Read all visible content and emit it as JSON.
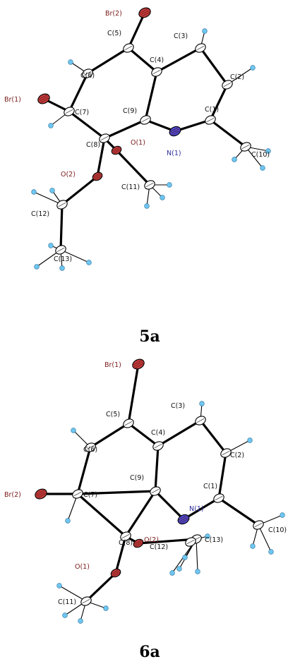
{
  "structures": [
    {
      "caption": "5a",
      "atoms": [
        {
          "id": "Br2",
          "label": "Br(2)",
          "el": "Br"
        },
        {
          "id": "C5",
          "label": "C(5)",
          "el": "C"
        },
        {
          "id": "C4",
          "label": "C(4)",
          "el": "C"
        },
        {
          "id": "C3",
          "label": "C(3)",
          "el": "C"
        },
        {
          "id": "C2",
          "label": "C(2)",
          "el": "C"
        },
        {
          "id": "C6",
          "label": "C(6)",
          "el": "C"
        },
        {
          "id": "Br1",
          "label": "Br(1)",
          "el": "Br"
        },
        {
          "id": "C7",
          "label": "C(7)",
          "el": "C"
        },
        {
          "id": "C9",
          "label": "C(9)",
          "el": "C"
        },
        {
          "id": "C1",
          "label": "C(1)",
          "el": "C"
        },
        {
          "id": "C8",
          "label": "C(8)",
          "el": "C"
        },
        {
          "id": "O1",
          "label": "O(1)",
          "el": "O"
        },
        {
          "id": "N1",
          "label": "N(1)",
          "el": "N"
        },
        {
          "id": "C10",
          "label": "C(10)",
          "el": "C"
        },
        {
          "id": "O2",
          "label": "O(2)",
          "el": "O"
        },
        {
          "id": "C11",
          "label": "C(11)",
          "el": "C"
        },
        {
          "id": "C12",
          "label": "C(12)",
          "el": "C"
        },
        {
          "id": "C13",
          "label": "C(13)",
          "el": "C"
        }
      ]
    },
    {
      "caption": "6a",
      "atoms": [
        {
          "id": "Br1",
          "label": "Br(1)",
          "el": "Br"
        },
        {
          "id": "C5",
          "label": "C(5)",
          "el": "C"
        },
        {
          "id": "C3",
          "label": "C(3)",
          "el": "C"
        },
        {
          "id": "C4",
          "label": "C(4)",
          "el": "C"
        },
        {
          "id": "C6",
          "label": "C(6)",
          "el": "C"
        },
        {
          "id": "C2",
          "label": "C(2)",
          "el": "C"
        },
        {
          "id": "C1",
          "label": "C(1)",
          "el": "C"
        },
        {
          "id": "Br2",
          "label": "Br(2)",
          "el": "Br"
        },
        {
          "id": "C7",
          "label": "C(7)",
          "el": "C"
        },
        {
          "id": "C9",
          "label": "C(9)",
          "el": "C"
        },
        {
          "id": "N1",
          "label": "N(1)",
          "el": "N"
        },
        {
          "id": "C10",
          "label": "C(10)",
          "el": "C"
        },
        {
          "id": "C8",
          "label": "C(8)",
          "el": "C"
        },
        {
          "id": "O2",
          "label": "O(2)",
          "el": "O"
        },
        {
          "id": "C13",
          "label": "C(13)",
          "el": "C"
        },
        {
          "id": "C12",
          "label": "C(12)",
          "el": "C"
        },
        {
          "id": "O1",
          "label": "O(1)",
          "el": "O"
        },
        {
          "id": "C11",
          "label": "C(11)",
          "el": "C"
        }
      ]
    }
  ],
  "colors": {
    "Br": "#c23b3b",
    "O": "#c23b3b",
    "N": "#4a4ad0",
    "C": "#ffffff",
    "H": "#6ec6f0",
    "bond": "#000000"
  }
}
